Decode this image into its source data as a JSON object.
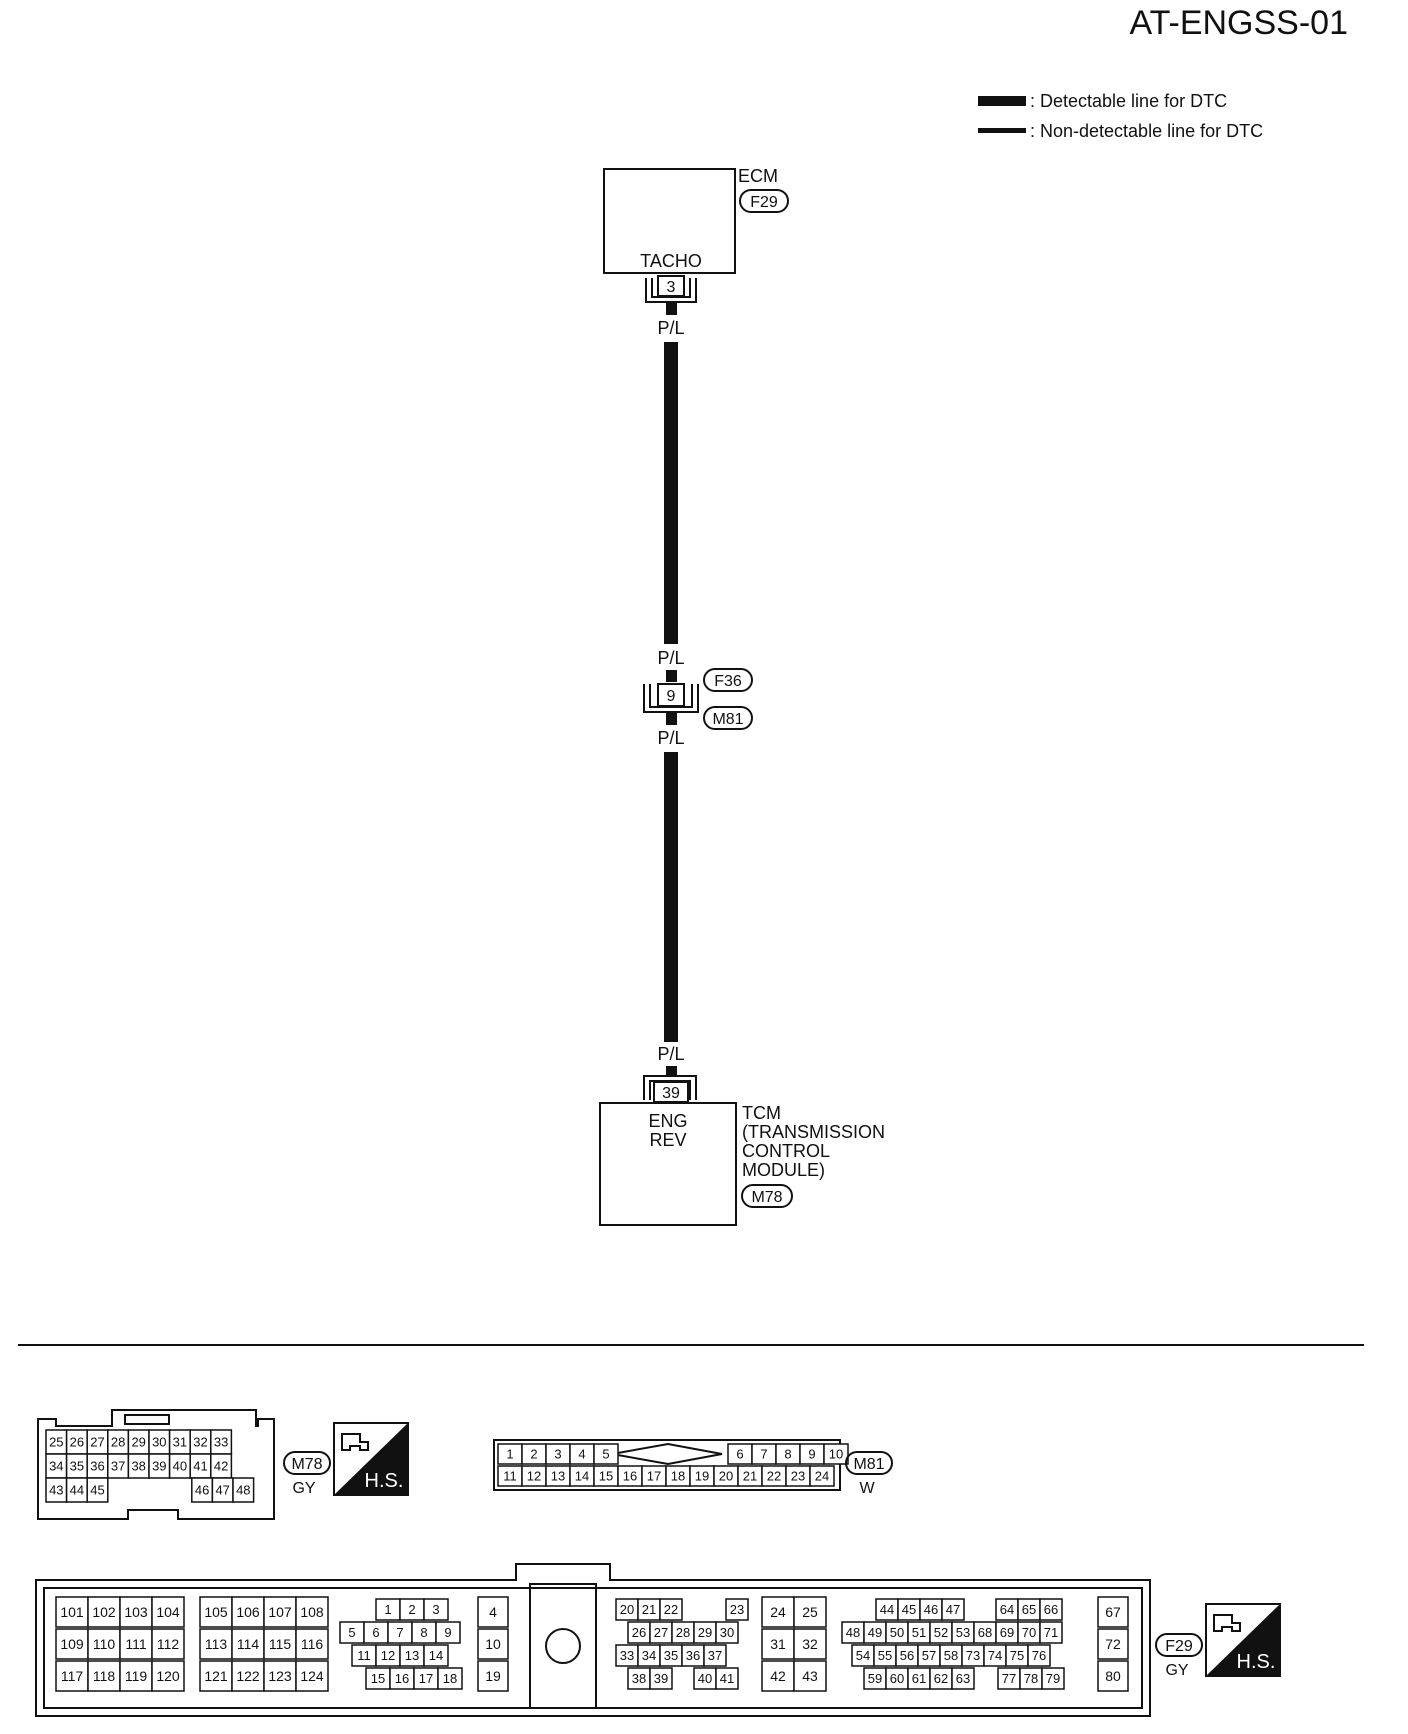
{
  "page_id": "AT-ENGSS-01",
  "legend": {
    "detectable": ": Detectable line for DTC",
    "non_detectable": ": Non-detectable line for DTC"
  },
  "ecm": {
    "name": "ECM",
    "connector": "F29",
    "terminal_label": "TACHO",
    "terminal": "3"
  },
  "wire_color": "P/L",
  "joint": {
    "terminal": "9",
    "connector_top": "F36",
    "connector_bottom": "M81"
  },
  "tcm": {
    "terminal": "39",
    "terminal_label_1": "ENG",
    "terminal_label_2": "REV",
    "name_1": "TCM",
    "name_2": "(TRANSMISSION",
    "name_3": "CONTROL",
    "name_4": "MODULE)",
    "connector": "M78"
  },
  "conn_m78": {
    "id": "M78",
    "color": "GY",
    "badge": "H.S.",
    "row1": [
      "25",
      "26",
      "27",
      "28",
      "29",
      "30",
      "31",
      "32",
      "33"
    ],
    "row2": [
      "34",
      "35",
      "36",
      "37",
      "38",
      "39",
      "40",
      "41",
      "42"
    ],
    "row3": [
      "43",
      "44",
      "45",
      "46",
      "47",
      "48"
    ]
  },
  "conn_m81": {
    "id": "M81",
    "color": "W",
    "row1": [
      "1",
      "2",
      "3",
      "4",
      "5",
      "6",
      "7",
      "8",
      "9",
      "10"
    ],
    "row2": [
      "11",
      "12",
      "13",
      "14",
      "15",
      "16",
      "17",
      "18",
      "19",
      "20",
      "21",
      "22",
      "23",
      "24"
    ]
  },
  "conn_f29": {
    "id": "F29",
    "color": "GY",
    "badge": "H.S.",
    "g1": [
      [
        "101",
        "102",
        "103",
        "104"
      ],
      [
        "109",
        "110",
        "111",
        "112"
      ],
      [
        "117",
        "118",
        "119",
        "120"
      ]
    ],
    "g2": [
      [
        "105",
        "106",
        "107",
        "108"
      ],
      [
        "113",
        "114",
        "115",
        "116"
      ],
      [
        "121",
        "122",
        "123",
        "124"
      ]
    ],
    "g3": [
      [
        "1",
        "2",
        "3"
      ],
      [
        "5",
        "6",
        "7",
        "8",
        "9"
      ],
      [
        "11",
        "12",
        "13",
        "14"
      ],
      [
        "15",
        "16",
        "17",
        "18"
      ]
    ],
    "g4": [
      "4",
      "10",
      "19"
    ],
    "g5": [
      [
        "20",
        "21",
        "22",
        "23"
      ],
      [
        "26",
        "27",
        "28",
        "29",
        "30"
      ],
      [
        "33",
        "34",
        "35",
        "36",
        "37"
      ],
      [
        "38",
        "39",
        "40",
        "41"
      ]
    ],
    "g6": [
      [
        "24",
        "25"
      ],
      [
        "31",
        "32"
      ],
      [
        "42",
        "43"
      ]
    ],
    "g7": [
      [
        "44",
        "45",
        "46",
        "47",
        "64",
        "65",
        "66"
      ],
      [
        "48",
        "49",
        "50",
        "51",
        "52",
        "53",
        "68",
        "69",
        "70",
        "71"
      ],
      [
        "54",
        "55",
        "56",
        "57",
        "58",
        "73",
        "74",
        "75",
        "76"
      ],
      [
        "59",
        "60",
        "61",
        "62",
        "63",
        "77",
        "78",
        "79"
      ]
    ],
    "g8": [
      "67",
      "72",
      "80"
    ]
  }
}
